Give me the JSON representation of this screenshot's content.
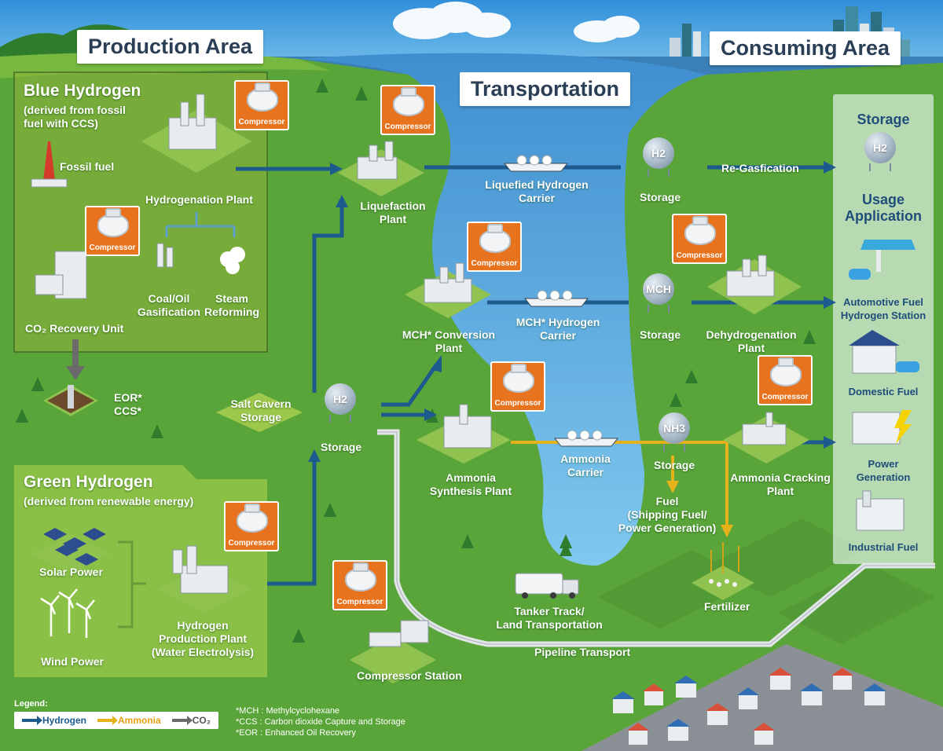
{
  "sections": {
    "production": "Production Area",
    "transportation": "Transportation",
    "consuming": "Consuming Area"
  },
  "blue": {
    "title": "Blue Hydrogen",
    "subtitle": "(derived from fossil\nfuel with CCS)",
    "fossil": "Fossil fuel",
    "hydrogenation": "Hydrogenation Plant",
    "coal": "Coal/Oil\nGasification",
    "steam": "Steam\nReforming",
    "co2": "CO₂ Recovery Unit",
    "eor": "EOR*\nCCS*"
  },
  "green": {
    "title": "Green Hydrogen",
    "subtitle": "(derived from renewable energy)",
    "solar": "Solar Power",
    "wind": "Wind Power",
    "plant": "Hydrogen\nProduction Plant\n(Water Electrolysis)"
  },
  "compressor": "Compressor",
  "transport": {
    "liquefaction": "Liquefaction\nPlant",
    "lh_carrier": "Liquefied Hydrogen\nCarrier",
    "storage": "Storage",
    "regas": "Re-Gasfication",
    "mch_plant": "MCH* Conversion\nPlant",
    "mch_carrier": "MCH* Hydrogen\nCarrier",
    "dehydro": "Dehydrogenation\nPlant",
    "salt": "Salt Cavern\nStorage",
    "ammonia_plant": "Ammonia\nSynthesis Plant",
    "ammonia_carrier": "Ammonia\nCarrier",
    "cracking": "Ammonia Cracking\nPlant",
    "fuel": "Fuel\n(Shipping Fuel/\nPower Generation)",
    "fertilizer": "Fertilizer",
    "tanker": "Tanker Track/\nLand Transportation",
    "pipeline": "Pipeline Transport",
    "comp_station": "Compressor Station",
    "h2": "H2",
    "mch": "MCH",
    "nh3": "NH3"
  },
  "consuming": {
    "storage_title": "Storage",
    "usage_title": "Usage\nApplication",
    "auto": "Automotive Fuel\nHydrogen Station",
    "domestic": "Domestic Fuel",
    "power": "Power\nGeneration",
    "industrial": "Industrial Fuel"
  },
  "legend": {
    "title": "Legend:",
    "hydrogen": "Hydrogen",
    "ammonia": "Ammonia",
    "co2": "CO₂"
  },
  "notes": {
    "mch": "*MCH : Methylcyclohexane",
    "ccs": "*CCS : Carbon dioxide Capture and Storage",
    "eor": "*EOR : Enhanced Oil Recovery"
  },
  "colors": {
    "hydrogen": "#1d5a8e",
    "ammonia": "#e6b21a",
    "co2": "#6b6b6b",
    "compressor": "#e8731f",
    "water": "#5fb4e2",
    "sea": "#3a7fb6",
    "land": "#5aa53a"
  }
}
